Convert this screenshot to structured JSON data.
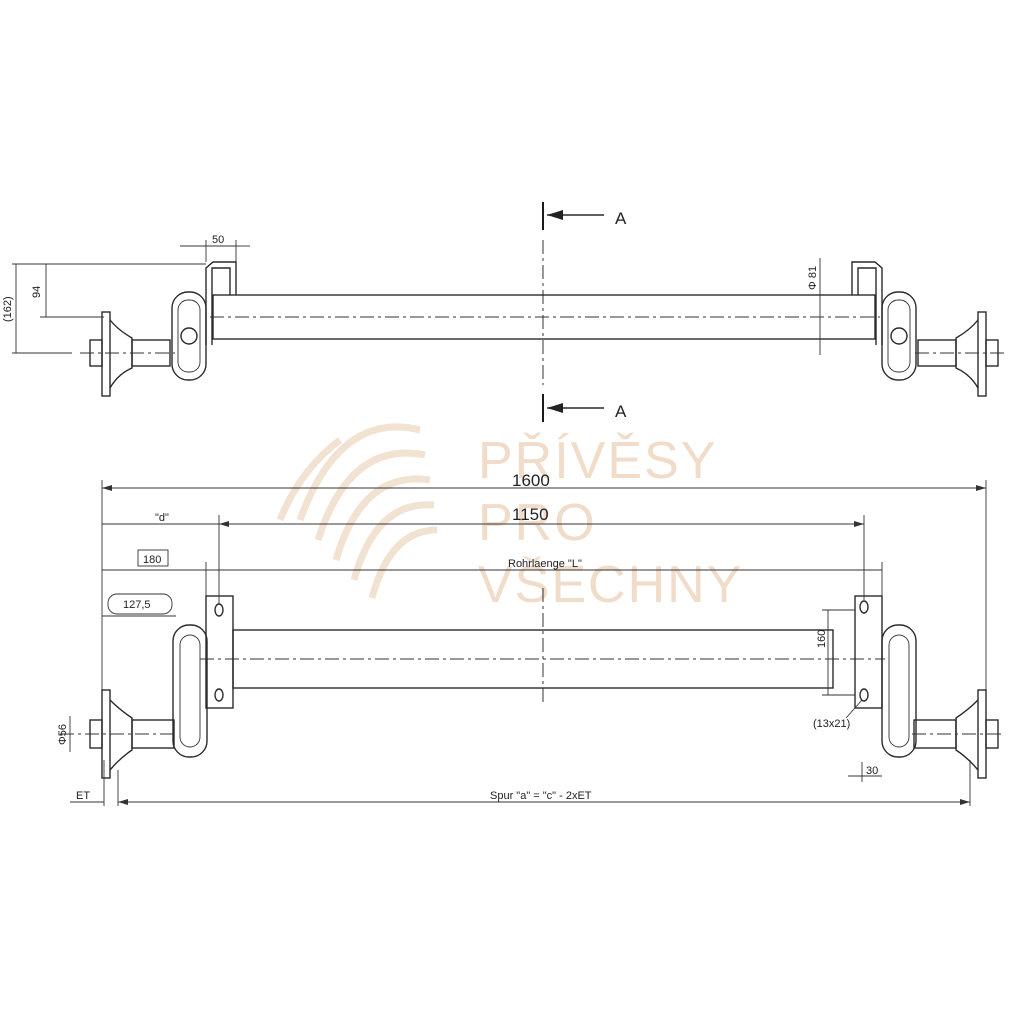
{
  "section_marks": {
    "top": "A",
    "bottom": "A"
  },
  "side_view": {
    "dim_50": "50",
    "dim_94": "94",
    "dim_162": "(162)",
    "dim_tube": "Φ 81"
  },
  "plan_view": {
    "dim_1600": "1600",
    "dim_1150": "1150",
    "dim_d": "\"d\"",
    "dim_180": "180",
    "dim_L": "Rohrlaenge \"L\"",
    "dim_1275": "127,5",
    "dim_160": "160",
    "dim_holes": "(13x21)",
    "dim_30": "30",
    "dim_56": "Φ56",
    "dim_ET": "ET",
    "dim_track": "Spur \"a\" = \"c\" - 2xET"
  },
  "watermark": {
    "line1": "PŘÍVĚSY",
    "line2": "PRO",
    "line3": "VŠECHNY"
  }
}
